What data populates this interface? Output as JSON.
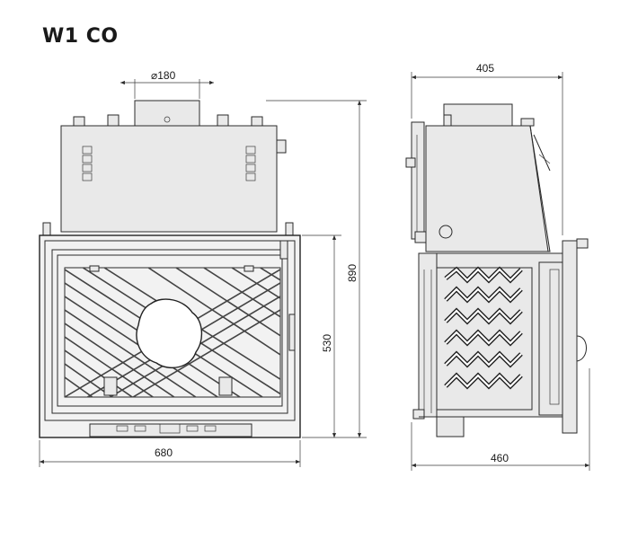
{
  "title": "W1 CO",
  "dimensions": {
    "flue_diameter": "180",
    "total_width": "680",
    "total_height": "890",
    "front_height": "530",
    "side_top_depth": "405",
    "side_bottom_depth": "460"
  },
  "symbols": {
    "diameter": "⌀"
  },
  "colors": {
    "line": "#2a2a2a",
    "fill_grey": "#e9e9e9"
  }
}
